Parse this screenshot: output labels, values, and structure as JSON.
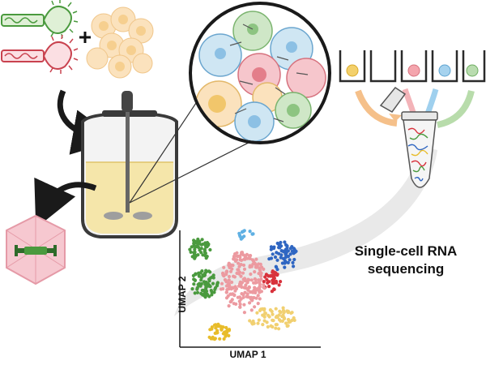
{
  "labels": {
    "title_line1": "Single-cell RNA",
    "title_line2": "sequencing",
    "umap_x": "UMAP 1",
    "umap_y": "UMAP 2"
  },
  "colors": {
    "green": "#4a9a3e",
    "red": "#d8323c",
    "pink": "#ec9aa0",
    "blue": "#2f66c2",
    "light_blue": "#5fb0e3",
    "yellow": "#e8bc2a",
    "light_yellow": "#f1d071",
    "culture_medium": "#f5e6aa",
    "arrow_black": "#1a1a1a",
    "virus_pink": "#f6c8d0"
  },
  "icons": [
    "library-hairpin-green",
    "library-hairpin-pink",
    "plus-icon",
    "cell-cluster",
    "bioreactor",
    "magnifier-circle",
    "microwell-row",
    "eppendorf-tube",
    "virus-capsid",
    "umap-plot"
  ]
}
